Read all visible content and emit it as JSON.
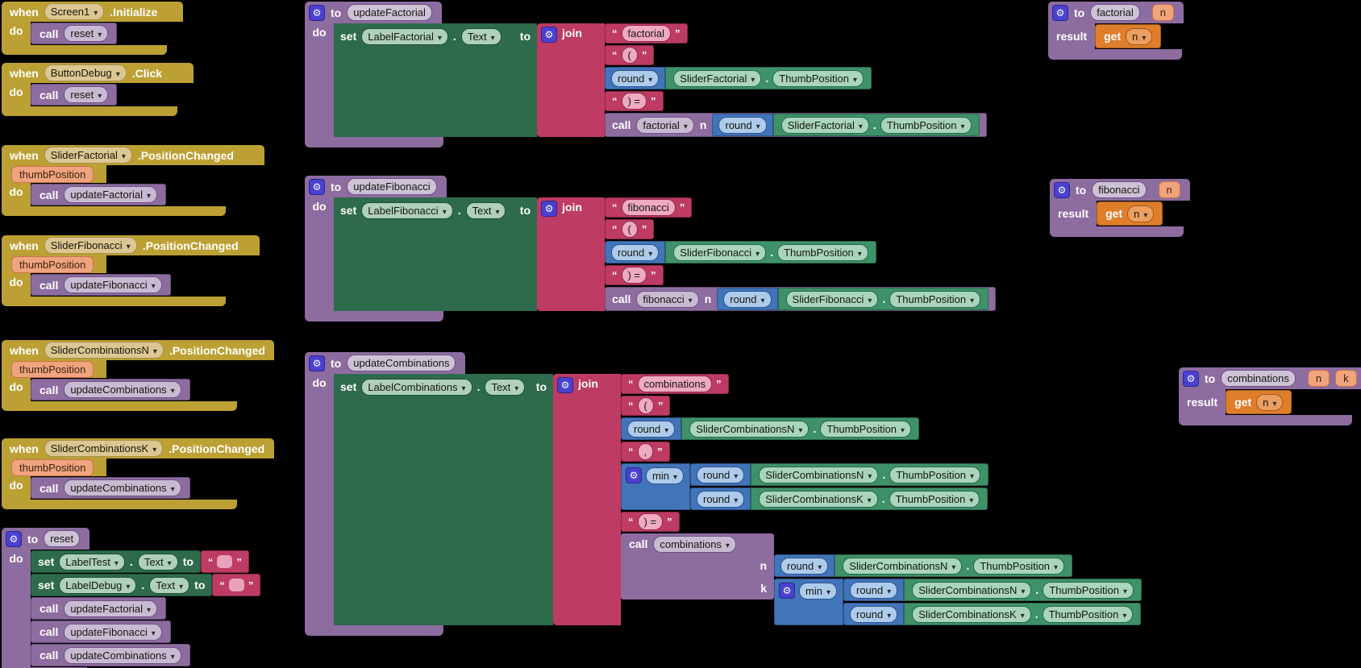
{
  "kw": {
    "when": "when",
    "do": "do",
    "call": "call",
    "set": "set",
    "to": "to",
    "join": "join",
    "result": "result",
    "get": "get",
    "dot": ".",
    "n": "n",
    "k": "k"
  },
  "fields": {
    "round": "round",
    "min": "min",
    "text": "Text",
    "thumbPosition": "ThumbPosition"
  },
  "params": {
    "thumbPosition": "thumbPosition",
    "n": "n",
    "k": "k"
  },
  "components": {
    "screen1": "Screen1",
    "buttonDebug": "ButtonDebug",
    "sliderFactorial": "SliderFactorial",
    "sliderFibonacci": "SliderFibonacci",
    "sliderCombinationsN": "SliderCombinationsN",
    "sliderCombinationsK": "SliderCombinationsK",
    "labelTest": "LabelTest",
    "labelDebug": "LabelDebug",
    "labelFactorial": "LabelFactorial",
    "labelFibonacci": "LabelFibonacci",
    "labelCombinations": "LabelCombinations"
  },
  "events": {
    "initialize": ".Initialize",
    "click": ".Click",
    "positionChanged": ".PositionChanged"
  },
  "procs": {
    "reset": "reset",
    "updateFactorial": "updateFactorial",
    "updateFibonacci": "updateFibonacci",
    "updateCombinations": "updateCombinations",
    "factorial": "factorial",
    "fibonacci": "fibonacci",
    "combinations": "combinations"
  },
  "strings": {
    "qo": "“",
    "qc": "”",
    "factorial": "factorial",
    "fibonacci": "fibonacci",
    "combinations": "combinations",
    "open_paren": "(",
    "close_equals": ") =",
    "comma": ","
  },
  "colors": {
    "event_gold": "#bca033",
    "procedure_purple": "#8d6ca0",
    "setter_green": "#2e6b4c",
    "text_crimson": "#be3b63",
    "math_blue": "#4274ba",
    "getter_green": "#3f9169",
    "variable_orange": "#de7e2b",
    "param_chip": "#f0a47e",
    "gear_blue": "#4a41ce",
    "canvas": "#000000"
  }
}
